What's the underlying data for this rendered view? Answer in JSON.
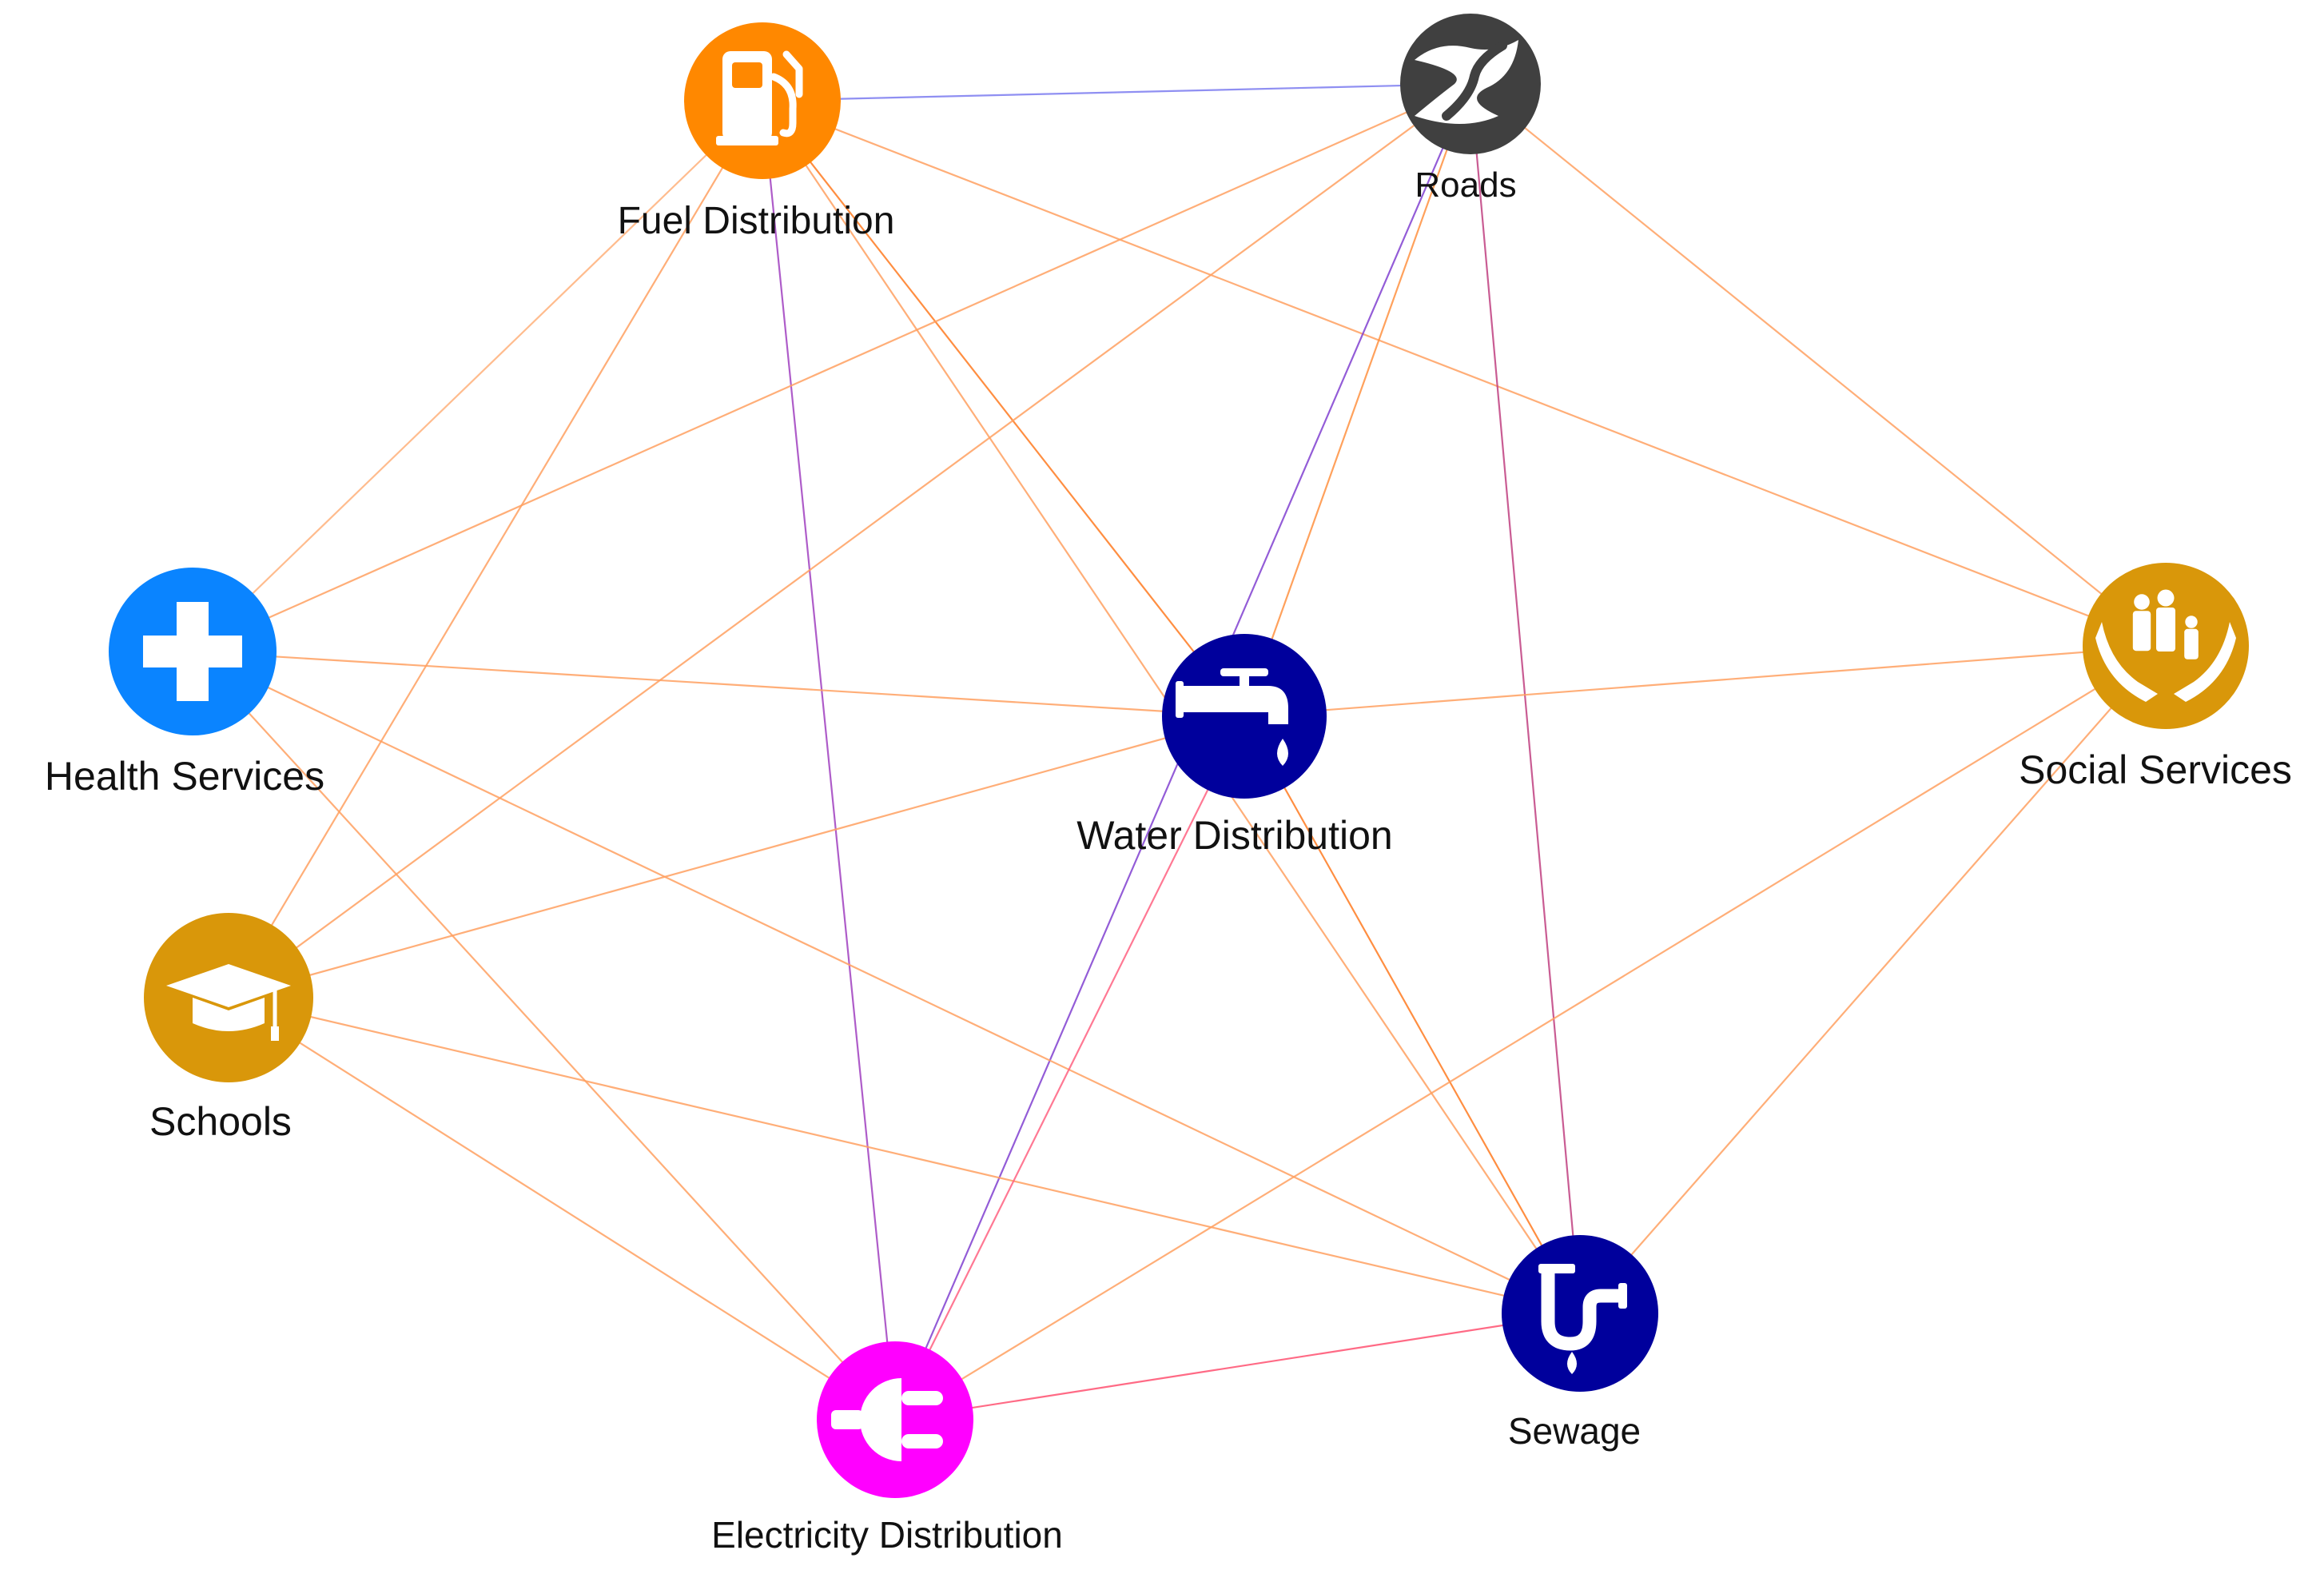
{
  "nodes": [
    {
      "id": "fuel",
      "label": "Fuel Distribution",
      "color": "#FF8800",
      "icon": "fuel-pump-icon"
    },
    {
      "id": "roads",
      "label": "Roads",
      "color": "#404040",
      "icon": "road-icon"
    },
    {
      "id": "health",
      "label": "Health Services",
      "color": "#0A84FF",
      "icon": "medical-cross-icon"
    },
    {
      "id": "water",
      "label": "Water Distribution",
      "color": "#00009C",
      "icon": "water-tap-icon"
    },
    {
      "id": "social",
      "label": "Social Services",
      "color": "#D9970A",
      "icon": "family-hands-icon"
    },
    {
      "id": "schools",
      "label": "Schools",
      "color": "#D9970A",
      "icon": "graduation-cap-icon"
    },
    {
      "id": "sewage",
      "label": "Sewage",
      "color": "#00009C",
      "icon": "sewage-pipe-icon"
    },
    {
      "id": "electricity",
      "label": "Electricity Distribution",
      "color": "#FF00FF",
      "icon": "power-plug-icon"
    }
  ],
  "edges": [
    {
      "from": "fuel",
      "to": "roads",
      "color": "#7B7BF0"
    },
    {
      "from": "fuel",
      "to": "health",
      "color": "#FFB07A"
    },
    {
      "from": "fuel",
      "to": "schools",
      "color": "#FFA060"
    },
    {
      "from": "fuel",
      "to": "electricity",
      "color": "#A040C0"
    },
    {
      "from": "fuel",
      "to": "water",
      "color": "#FF7A20"
    },
    {
      "from": "fuel",
      "to": "sewage",
      "color": "#FFA060"
    },
    {
      "from": "fuel",
      "to": "social",
      "color": "#FFA060"
    },
    {
      "from": "roads",
      "to": "health",
      "color": "#FFA060"
    },
    {
      "from": "roads",
      "to": "schools",
      "color": "#FFA060"
    },
    {
      "from": "roads",
      "to": "water",
      "color": "#FF9040"
    },
    {
      "from": "roads",
      "to": "electricity",
      "color": "#8040D0"
    },
    {
      "from": "roads",
      "to": "sewage",
      "color": "#C04080"
    },
    {
      "from": "roads",
      "to": "social",
      "color": "#FFA060"
    },
    {
      "from": "health",
      "to": "water",
      "color": "#FFA060"
    },
    {
      "from": "health",
      "to": "electricity",
      "color": "#FFA060"
    },
    {
      "from": "health",
      "to": "sewage",
      "color": "#FFA060"
    },
    {
      "from": "schools",
      "to": "water",
      "color": "#FFA060"
    },
    {
      "from": "schools",
      "to": "electricity",
      "color": "#FFA060"
    },
    {
      "from": "schools",
      "to": "sewage",
      "color": "#FFA060"
    },
    {
      "from": "water",
      "to": "social",
      "color": "#FFA060"
    },
    {
      "from": "water",
      "to": "electricity",
      "color": "#FF6080"
    },
    {
      "from": "water",
      "to": "sewage",
      "color": "#FF7A20"
    },
    {
      "from": "social",
      "to": "electricity",
      "color": "#FFA060"
    },
    {
      "from": "social",
      "to": "sewage",
      "color": "#FFA060"
    },
    {
      "from": "electricity",
      "to": "sewage",
      "color": "#FF5070"
    }
  ]
}
